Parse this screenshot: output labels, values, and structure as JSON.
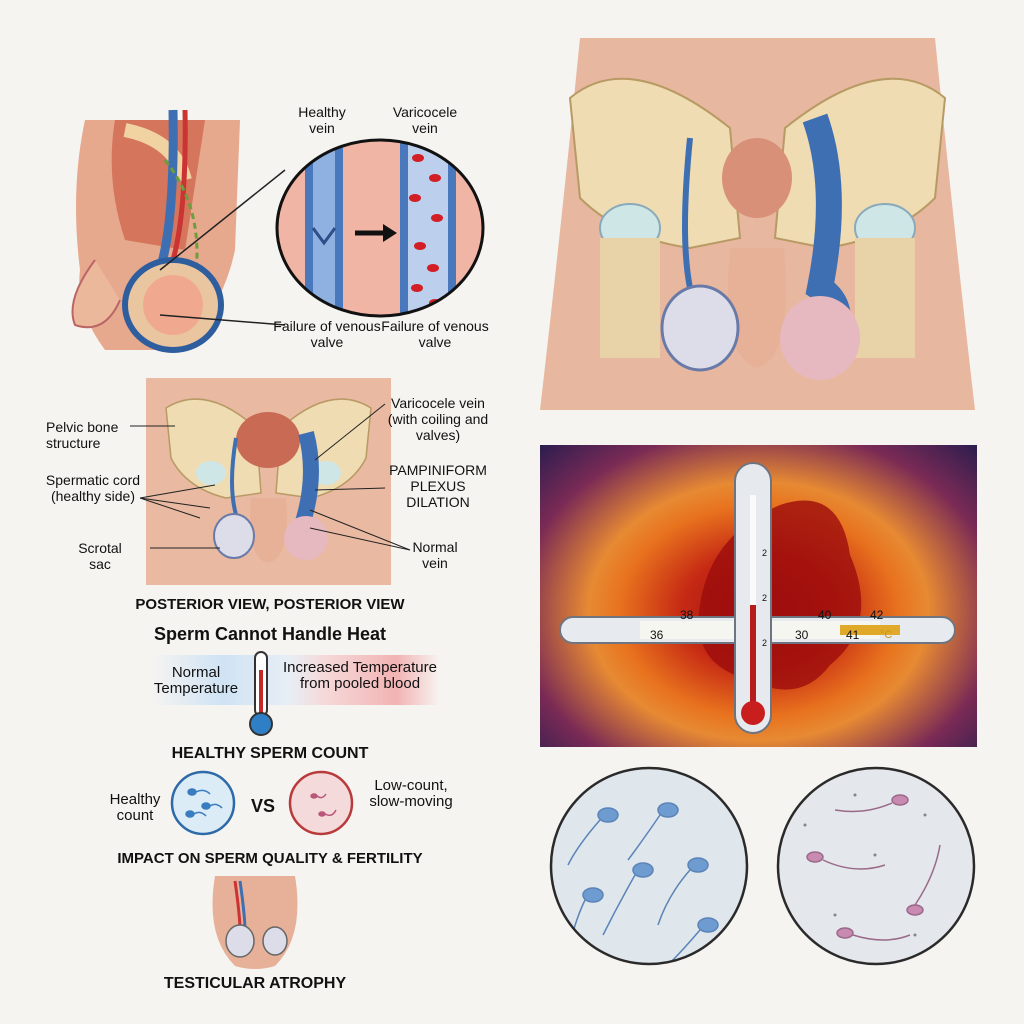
{
  "zoom": {
    "healthy_vein": "Healthy vein",
    "varicocele_vein": "Varicocele vein",
    "failure_left": "Failure of venous valve",
    "failure_right": "Failure of venous valve"
  },
  "pelvic": {
    "pelvic_bone": "Pelvic bone structure",
    "spermatic_cord": "Spermatic cord (healthy side)",
    "scrotal_sac": "Scrotal sac",
    "varicocele_vein": "Varicocele vein (with coiling and valves)",
    "pampiniform": "PAMPINIFORM PLEXUS DILATION",
    "normal_vein": "Normal vein",
    "caption": "POSTERIOR VIEW, POSTERIOR VIEW"
  },
  "heat": {
    "title": "Sperm Cannot Handle Heat",
    "normal": "Normal Temperature",
    "increased": "Increased Temperature from pooled blood"
  },
  "sperm_count": {
    "title": "HEALTHY SPERM COUNT",
    "healthy": "Healthy count",
    "vs": "VS",
    "low": "Low-count, slow-moving"
  },
  "impact": {
    "title": "IMPACT ON SPERM QUALITY & FERTILITY"
  },
  "atrophy": {
    "title": "TESTICULAR ATROPHY"
  },
  "thermometer": {
    "ticks_top": [
      "38",
      "40",
      "42"
    ],
    "ticks_bottom": [
      "36",
      "30",
      "41"
    ],
    "unit": "°C",
    "vertical_ticks": [
      "2",
      "2",
      "2"
    ]
  }
}
